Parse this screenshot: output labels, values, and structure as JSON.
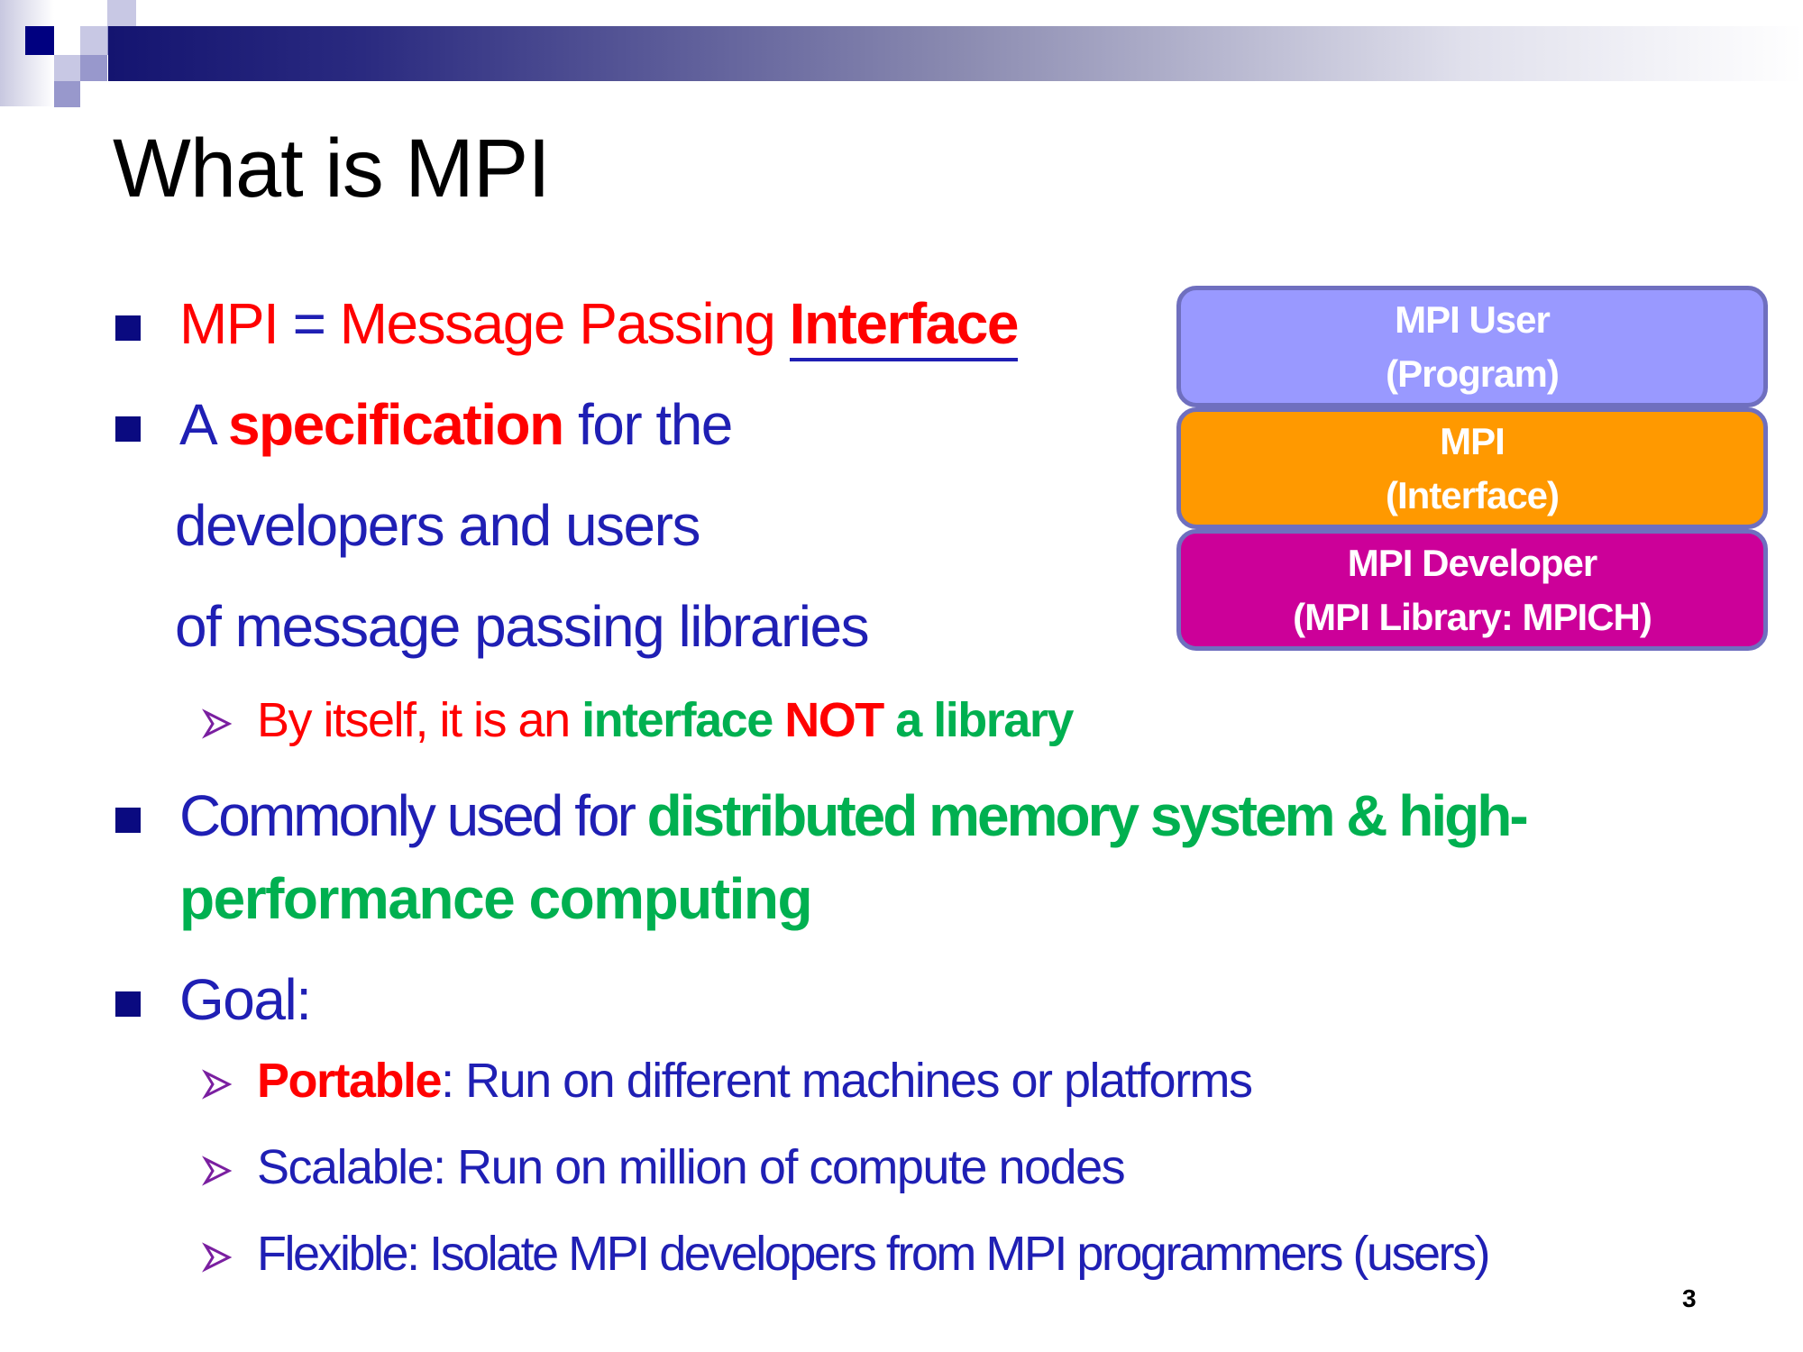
{
  "slide": {
    "title": "What is MPI",
    "page_number": "3",
    "bullets": {
      "b1": {
        "part1": "MPI",
        "part2": " = ",
        "part3": "Message ",
        "part4": "Passing ",
        "part5": "Interface"
      },
      "b2": {
        "part1": "A ",
        "part2": "specification",
        "part3": " for the",
        "line2": "developers and users",
        "line3": "of message passing libraries"
      },
      "b2_sub": {
        "part1": "By itself, it is an ",
        "part2": "interface ",
        "part3": "NOT",
        "part4": " a library"
      },
      "b3": {
        "part1": "Commonly used for ",
        "part2": "distributed memory system & high-",
        "line2": "performance computing"
      },
      "b4": {
        "label": "Goal:"
      },
      "goals": [
        {
          "part1": "Portable",
          "part2": ": Run on different machines or platforms"
        },
        {
          "text": "Scalable: Run on million of compute nodes"
        },
        {
          "text": "Flexible: Isolate MPI developers from MPI programmers (users)"
        }
      ]
    },
    "diagram": {
      "layers": [
        {
          "line1": "MPI User",
          "line2": "(Program)",
          "color": "#9999ff"
        },
        {
          "line1": "MPI",
          "line2": "(Interface)",
          "color": "#ff9900"
        },
        {
          "line1": "MPI Developer",
          "line2": "(MPI Library: MPICH)",
          "color": "#cc0099"
        }
      ]
    },
    "colors": {
      "text_blue": "#1f1fb4",
      "red": "#ff0000",
      "green": "#00b050",
      "bullet": "#0a0a80"
    }
  }
}
